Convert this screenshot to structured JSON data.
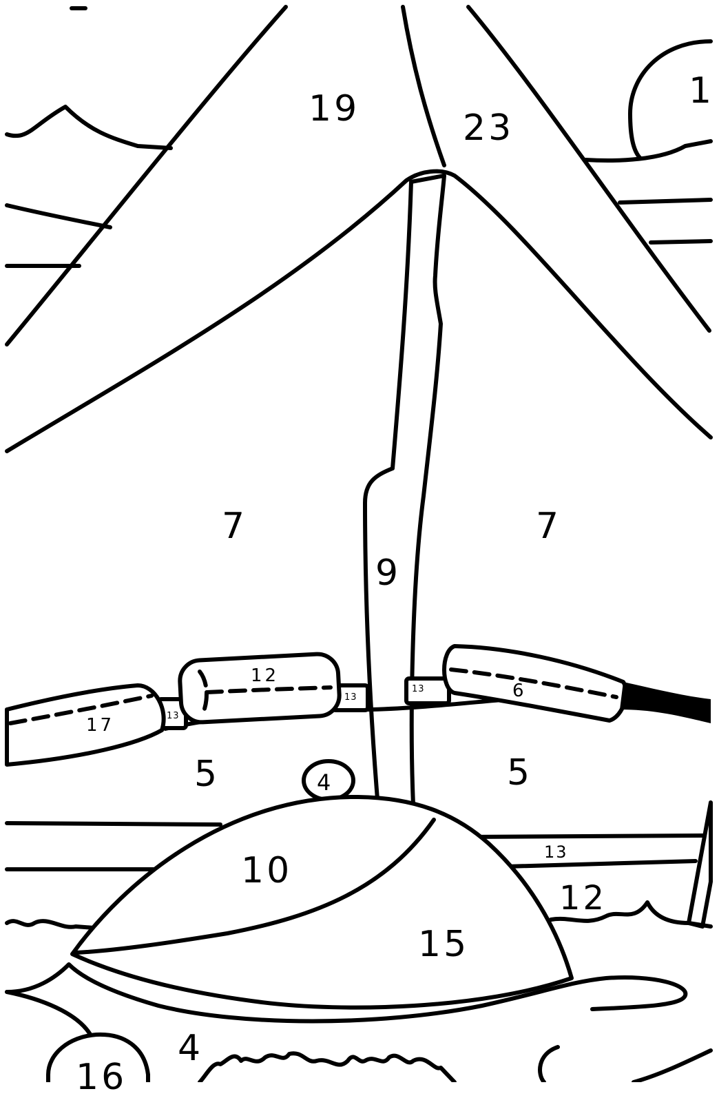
{
  "region_numbers": {
    "sky_top_left": "19",
    "sky_top_right": "23",
    "sun": "1",
    "tent_left": "7",
    "tent_right": "7",
    "tent_pole": "9",
    "log_middle": "12",
    "log_left": "17",
    "log_right": "6",
    "rope_left": "13",
    "rope_mid_left": "13",
    "rope_mid_right": "13",
    "ground_left": "5",
    "ground_right": "5",
    "pebble": "4",
    "stripe_right": "13",
    "grass_right": "12",
    "rock_left": "10",
    "rock_right": "15",
    "foreground": "4",
    "bottom_stone": "16"
  }
}
